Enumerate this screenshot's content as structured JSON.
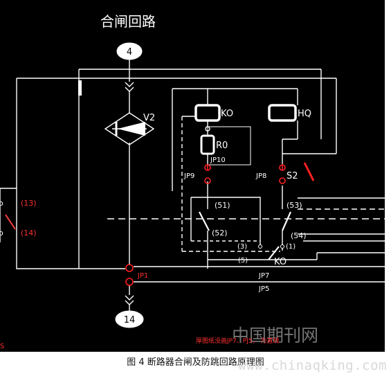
{
  "diagram": {
    "title": "合闸回路",
    "caption": "图 4 断路器合闸及防跳回路原理图",
    "terminals": {
      "top": "4",
      "bottom": "14"
    },
    "components": {
      "v2": "V2",
      "ko_coil": "KO",
      "hq_coil": "HQ",
      "r0": "R0",
      "s2": "S2",
      "ko_contact": "KO"
    },
    "jumpers": {
      "jp10": "JP10",
      "jp9": "JP9",
      "jp8": "JP8",
      "jp1": "JP1",
      "jp7": "JP7",
      "jp5": "JP5"
    },
    "contact_labels": {
      "c13": "(13)",
      "c14": "(14)",
      "c51": "(51)",
      "c52": "(52)",
      "c53": "(53)",
      "c54": "(54)",
      "c3": "(3)",
      "c1": "(1)",
      "c5": "(5)"
    },
    "left_fragment": {
      "mark_mid": "o",
      "mark_low": "o",
      "mark_bottom": "S"
    },
    "colors": {
      "background": "#000000",
      "wire": "#ffffff",
      "accent": "#ff2020",
      "caption_bg": "#ffffff"
    }
  },
  "watermark": {
    "main": "中国期刊网",
    "red_note": "厚图纸没画JP7、PJ5，  为直线",
    "url": "www.chinaqking.com"
  }
}
